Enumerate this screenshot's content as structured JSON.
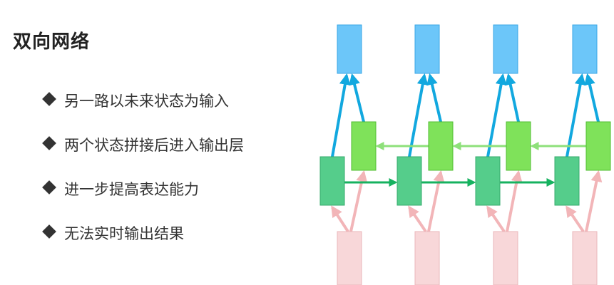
{
  "title": "双向网络",
  "bullets": [
    {
      "text": "另一路以未来状态为输入",
      "icon": "diamond-bullet-icon"
    },
    {
      "text": "两个状态拼接后进入输出层",
      "icon": "diamond-bullet-icon"
    },
    {
      "text": "进一步提高表达能力",
      "icon": "diamond-bullet-icon"
    },
    {
      "text": "无法实时输出结果",
      "icon": "diamond-bullet-icon"
    }
  ],
  "colors": {
    "output": "#6cc6f9",
    "output_border": "#3aa7e6",
    "forward": "#55cd8b",
    "forward_border": "#36ab6c",
    "backward": "#7fe25a",
    "backward_border": "#52bd33",
    "input": "#f8d7d9",
    "input_border": "#eab7bb",
    "arrow_output": "#12a8df",
    "arrow_forward": "#16b25f",
    "arrow_backward": "#8ee07a",
    "arrow_input": "#f2b5b8"
  },
  "diagram": {
    "timesteps": 4
  }
}
